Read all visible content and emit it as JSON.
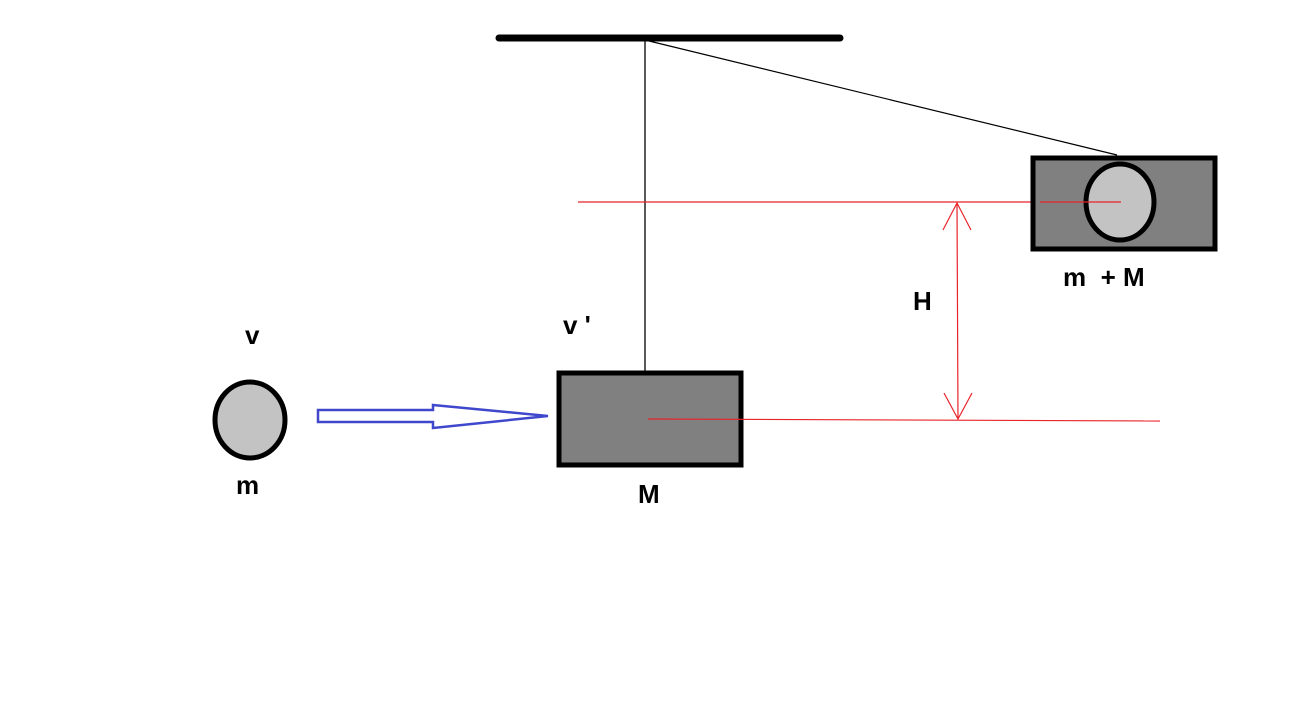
{
  "labels": {
    "ball_velocity": "v",
    "ball_mass": "m",
    "block_velocity": "v '",
    "block_mass": "M",
    "combined_mass": "m  + M",
    "height": "H"
  },
  "colors": {
    "block": "#808080",
    "ball": "#c3c3c3",
    "reference_lines": "#e8232a",
    "velocity_arrow": "#3f48cc",
    "outline": "#000000"
  }
}
